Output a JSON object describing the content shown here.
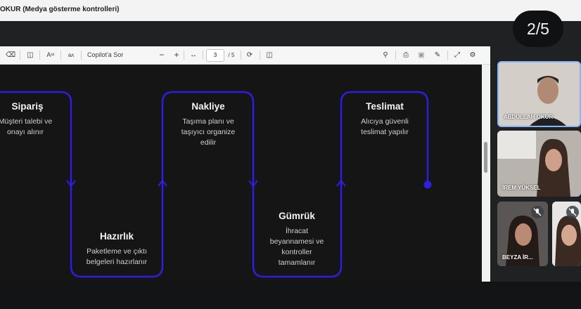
{
  "window": {
    "title": "OKUR (Medya gösterme kontrolleri)"
  },
  "slide_counter": "2/5",
  "viewer": {
    "toolbar": {
      "copilot_label": "Copilot'a Sor",
      "minus": "−",
      "plus": "+",
      "page_current": "3",
      "page_total": "/ 5"
    }
  },
  "slide": {
    "stages": [
      {
        "title": "Sipariş",
        "desc": "Müşteri talebi ve onayı alınır"
      },
      {
        "title": "Hazırlık",
        "desc": "Paketleme ve çıktı belgeleri hazırlanır"
      },
      {
        "title": "Nakliye",
        "desc": "Taşıma planı ve taşıyıcı organize edilir"
      },
      {
        "title": "Gümrük",
        "desc": "İhracat beyannamesi ve kontroller tamamlanır"
      },
      {
        "title": "Teslimat",
        "desc": "Alıcıya güvenli teslimat yapılır"
      }
    ],
    "accent": "#2d1ee0"
  },
  "participants": [
    {
      "name": "ABDULLAH OKUR",
      "bg": "#c9c3bb"
    },
    {
      "name": "İREM YÜKSEL",
      "bg": "#9c8f84"
    },
    {
      "name": "BEYZA İR...",
      "bg": "#4e4a49"
    },
    {
      "name": "",
      "bg": "#e3e1df"
    }
  ]
}
